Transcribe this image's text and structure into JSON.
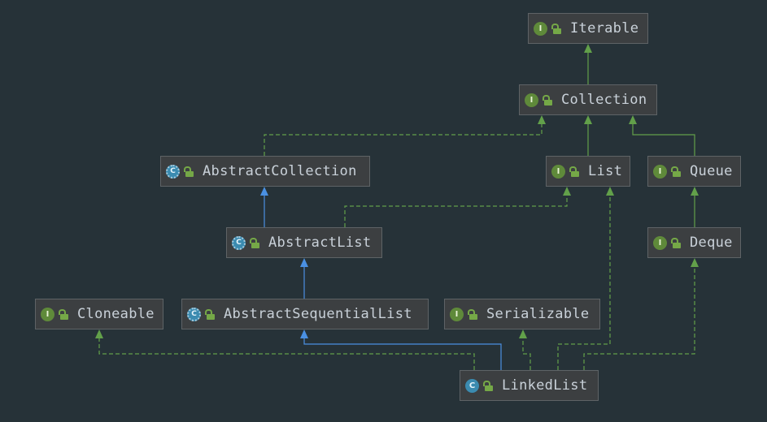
{
  "diagram": {
    "nodes": [
      {
        "id": "iterable",
        "label": "Iterable",
        "kind": "interface",
        "kind_letter": "I"
      },
      {
        "id": "collection",
        "label": "Collection",
        "kind": "interface",
        "kind_letter": "I"
      },
      {
        "id": "abstract-collection",
        "label": "AbstractCollection",
        "kind": "abstract-class",
        "kind_letter": "C"
      },
      {
        "id": "list",
        "label": "List",
        "kind": "interface",
        "kind_letter": "I"
      },
      {
        "id": "queue",
        "label": "Queue",
        "kind": "interface",
        "kind_letter": "I"
      },
      {
        "id": "abstract-list",
        "label": "AbstractList",
        "kind": "abstract-class",
        "kind_letter": "C"
      },
      {
        "id": "deque",
        "label": "Deque",
        "kind": "interface",
        "kind_letter": "I"
      },
      {
        "id": "cloneable",
        "label": "Cloneable",
        "kind": "interface",
        "kind_letter": "I"
      },
      {
        "id": "abstract-sequential-list",
        "label": "AbstractSequentialList",
        "kind": "abstract-class",
        "kind_letter": "C"
      },
      {
        "id": "serializable",
        "label": "Serializable",
        "kind": "interface",
        "kind_letter": "I"
      },
      {
        "id": "linked-list",
        "label": "LinkedList",
        "kind": "class",
        "kind_letter": "C"
      }
    ],
    "edges": [
      {
        "from": "collection",
        "to": "iterable",
        "relation": "extends-interface"
      },
      {
        "from": "abstract-collection",
        "to": "collection",
        "relation": "implements"
      },
      {
        "from": "list",
        "to": "collection",
        "relation": "extends-interface"
      },
      {
        "from": "queue",
        "to": "collection",
        "relation": "extends-interface"
      },
      {
        "from": "abstract-list",
        "to": "abstract-collection",
        "relation": "extends-class"
      },
      {
        "from": "abstract-list",
        "to": "list",
        "relation": "implements"
      },
      {
        "from": "deque",
        "to": "queue",
        "relation": "extends-interface"
      },
      {
        "from": "abstract-sequential-list",
        "to": "abstract-list",
        "relation": "extends-class"
      },
      {
        "from": "linked-list",
        "to": "abstract-sequential-list",
        "relation": "extends-class"
      },
      {
        "from": "linked-list",
        "to": "cloneable",
        "relation": "implements"
      },
      {
        "from": "linked-list",
        "to": "serializable",
        "relation": "implements"
      },
      {
        "from": "linked-list",
        "to": "list",
        "relation": "implements"
      },
      {
        "from": "linked-list",
        "to": "deque",
        "relation": "implements"
      }
    ],
    "colors": {
      "background": "#263238",
      "node_fill": "#3c3f41",
      "node_border": "#5e6366",
      "node_text": "#c9d1d9",
      "interface_edge": "#62a04a",
      "class_edge": "#4a90e2"
    }
  }
}
